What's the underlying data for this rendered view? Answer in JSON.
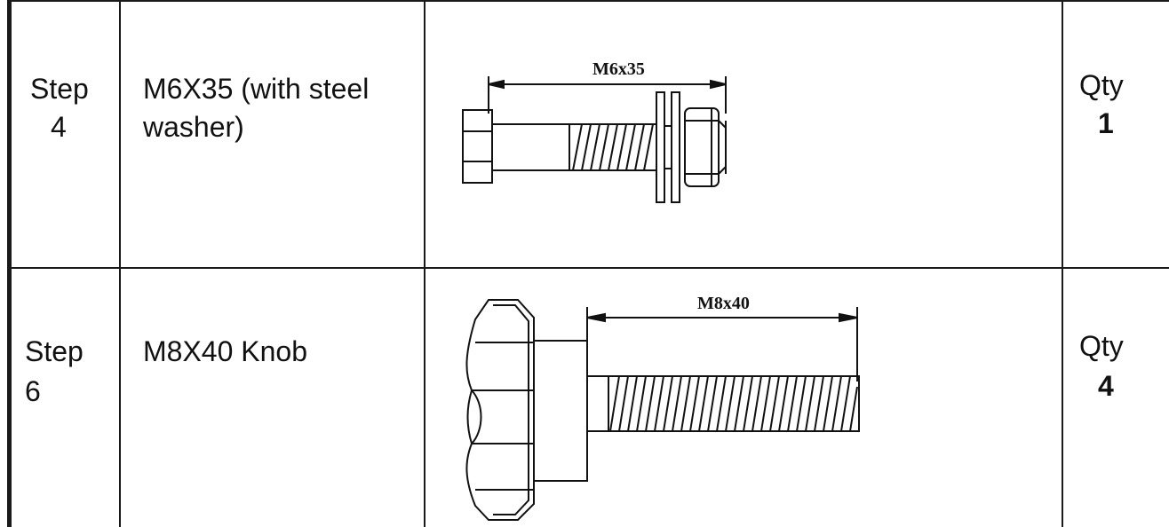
{
  "rows": [
    {
      "step_label": "Step",
      "step_num": "4",
      "description_line1": "M6X35 (with steel",
      "description_line2": "washer)",
      "dimension_label": "M6x35",
      "qty_label": "Qty",
      "qty_value": "1"
    },
    {
      "step_label": "Step",
      "step_num": "6",
      "description_line1": "M8X40 Knob",
      "dimension_label": "M8x40",
      "qty_label": "Qty",
      "qty_value": "4"
    }
  ]
}
